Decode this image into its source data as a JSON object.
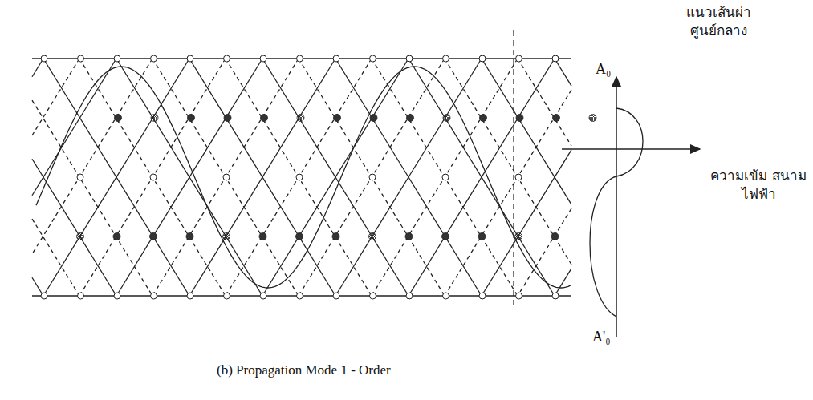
{
  "diagram": {
    "caption": "(b) Propagation Mode 1 - Order",
    "labels": [
      "แนวเส้นผ่า ศูนย์กลาง",
      "A₀",
      "ความเข้ม สนามไฟฟ้า",
      "A'₀"
    ]
  }
}
